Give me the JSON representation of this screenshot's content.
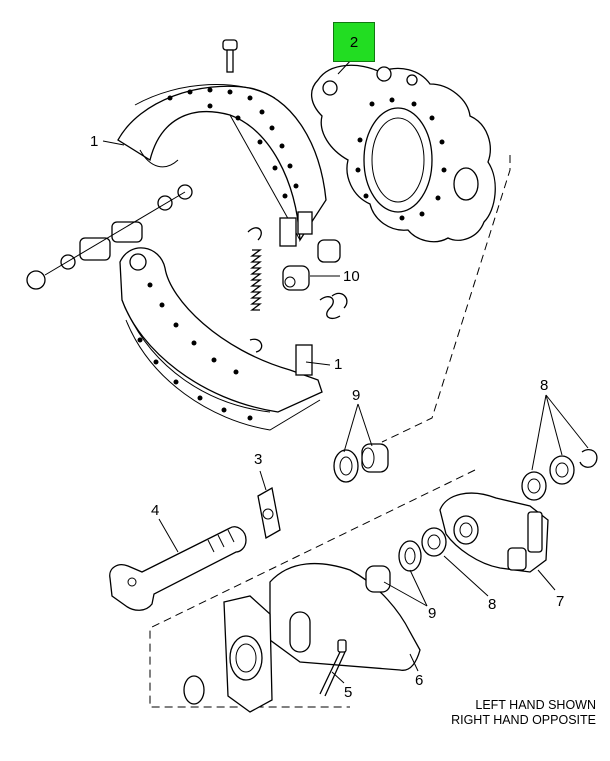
{
  "callouts": {
    "c1_top": "1",
    "c1_bottom": "1",
    "c2": "2",
    "c3": "3",
    "c4": "4",
    "c5": "5",
    "c6": "6",
    "c7": "7",
    "c8_bottom": "8",
    "c8_top": "8",
    "c9_top": "9",
    "c9_bottom": "9",
    "c10": "10"
  },
  "note": {
    "line1": "LEFT HAND SHOWN",
    "line2": "RIGHT HAND OPPOSITE"
  },
  "colors": {
    "highlight": "#22dd22",
    "ink": "#000000"
  }
}
